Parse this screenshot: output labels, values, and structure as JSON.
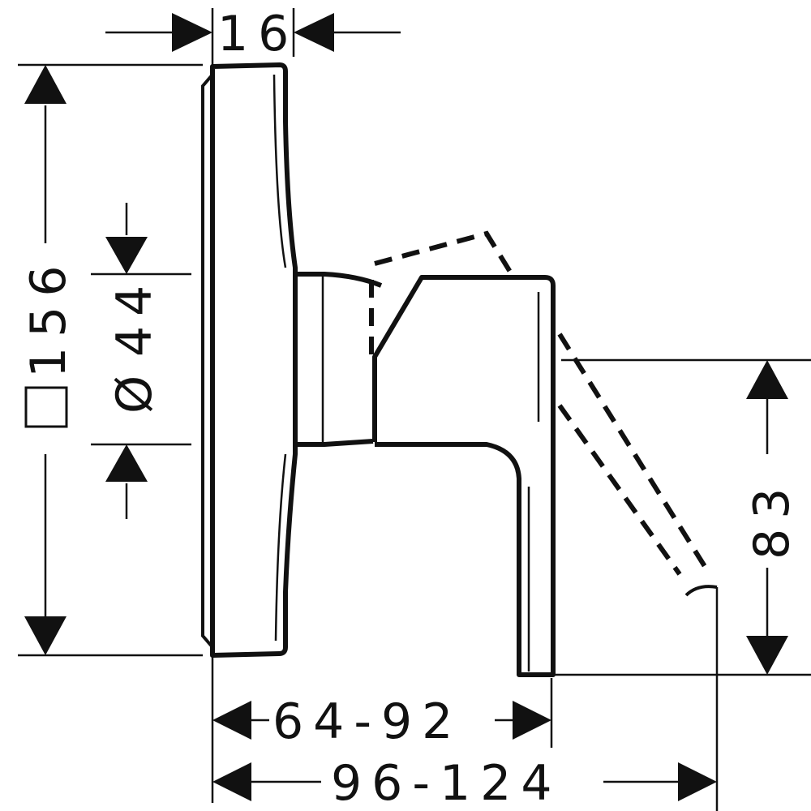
{
  "dimensions": {
    "depth_plate": "16",
    "plate_square": "156",
    "diameter": "44",
    "handle_height": "83",
    "projection_short": "64-92",
    "projection_long": "96-124"
  },
  "colors": {
    "line": "#111111",
    "background": "#ffffff"
  }
}
